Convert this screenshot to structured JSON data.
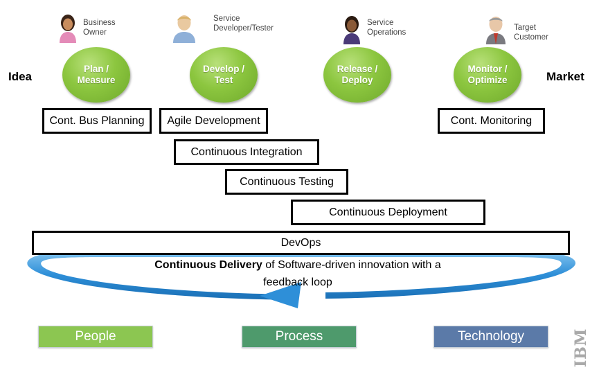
{
  "roles": [
    {
      "label": "Business\nOwner",
      "icon": "business-owner-avatar-icon"
    },
    {
      "label": "Service\nDeveloper/Tester",
      "icon": "developer-avatar-icon"
    },
    {
      "label": "Service\nOperations",
      "icon": "operations-avatar-icon"
    },
    {
      "label": "Target\nCustomer",
      "icon": "customer-avatar-icon"
    }
  ],
  "stages": [
    {
      "label": "Plan /\nMeasure"
    },
    {
      "label": "Develop /\nTest"
    },
    {
      "label": "Release /\nDeploy"
    },
    {
      "label": "Monitor /\nOptimize"
    }
  ],
  "start_label": "Idea",
  "end_label": "Market",
  "practices": [
    {
      "label": "Cont. Bus Planning"
    },
    {
      "label": "Agile Development"
    },
    {
      "label": "Cont. Monitoring"
    },
    {
      "label": "Continuous Integration"
    },
    {
      "label": "Continuous Testing"
    },
    {
      "label": "Continuous Deployment"
    }
  ],
  "devops_label": "DevOps",
  "delivery": {
    "bold": "Continuous Delivery",
    "rest_line1": " of Software-driven innovation with a",
    "line2": "feedback loop"
  },
  "pillars": [
    {
      "label": "People",
      "color": "#8cc651"
    },
    {
      "label": "Process",
      "color": "#4e9a6c"
    },
    {
      "label": "Technology",
      "color": "#5b7aa8"
    }
  ],
  "logo_text": "IBM",
  "colors": {
    "stage_green": "#8cc63f",
    "arrow_blue": "#2e8fd8"
  }
}
